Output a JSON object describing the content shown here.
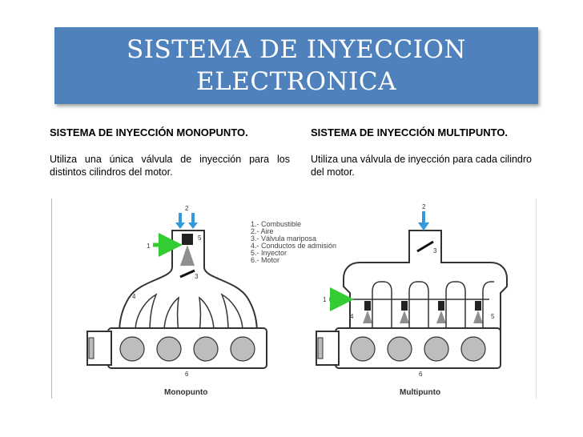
{
  "slide": {
    "title_line1": "SISTEMA DE INYECCION",
    "title_line2": "ELECTRONICA"
  },
  "left": {
    "heading": "SISTEMA DE INYECCIÓN MONOPUNTO.",
    "text": "Utiliza una única válvula de inyección para los distintos cilindros del motor."
  },
  "right": {
    "heading": "SISTEMA DE INYECCIÓN MULTIPUNTO.",
    "text": "Utiliza una válvula de inyección para cada cilindro del motor."
  },
  "diagram": {
    "legend": [
      "1.- Combustible",
      "2.- Aire",
      "3.- Válvula mariposa",
      "4.- Conductos de admisión",
      "5.- Inyector",
      "6.- Motor"
    ],
    "caption_left": "Monopunto",
    "caption_right": "Multipunto",
    "labels": {
      "n1": "1",
      "n2": "2",
      "n3": "3",
      "n4": "4",
      "n5": "5",
      "n6": "6"
    },
    "colors": {
      "arrow_fuel": "#33cc33",
      "arrow_air": "#3399dd",
      "title_bg": "#4f81bd"
    }
  }
}
